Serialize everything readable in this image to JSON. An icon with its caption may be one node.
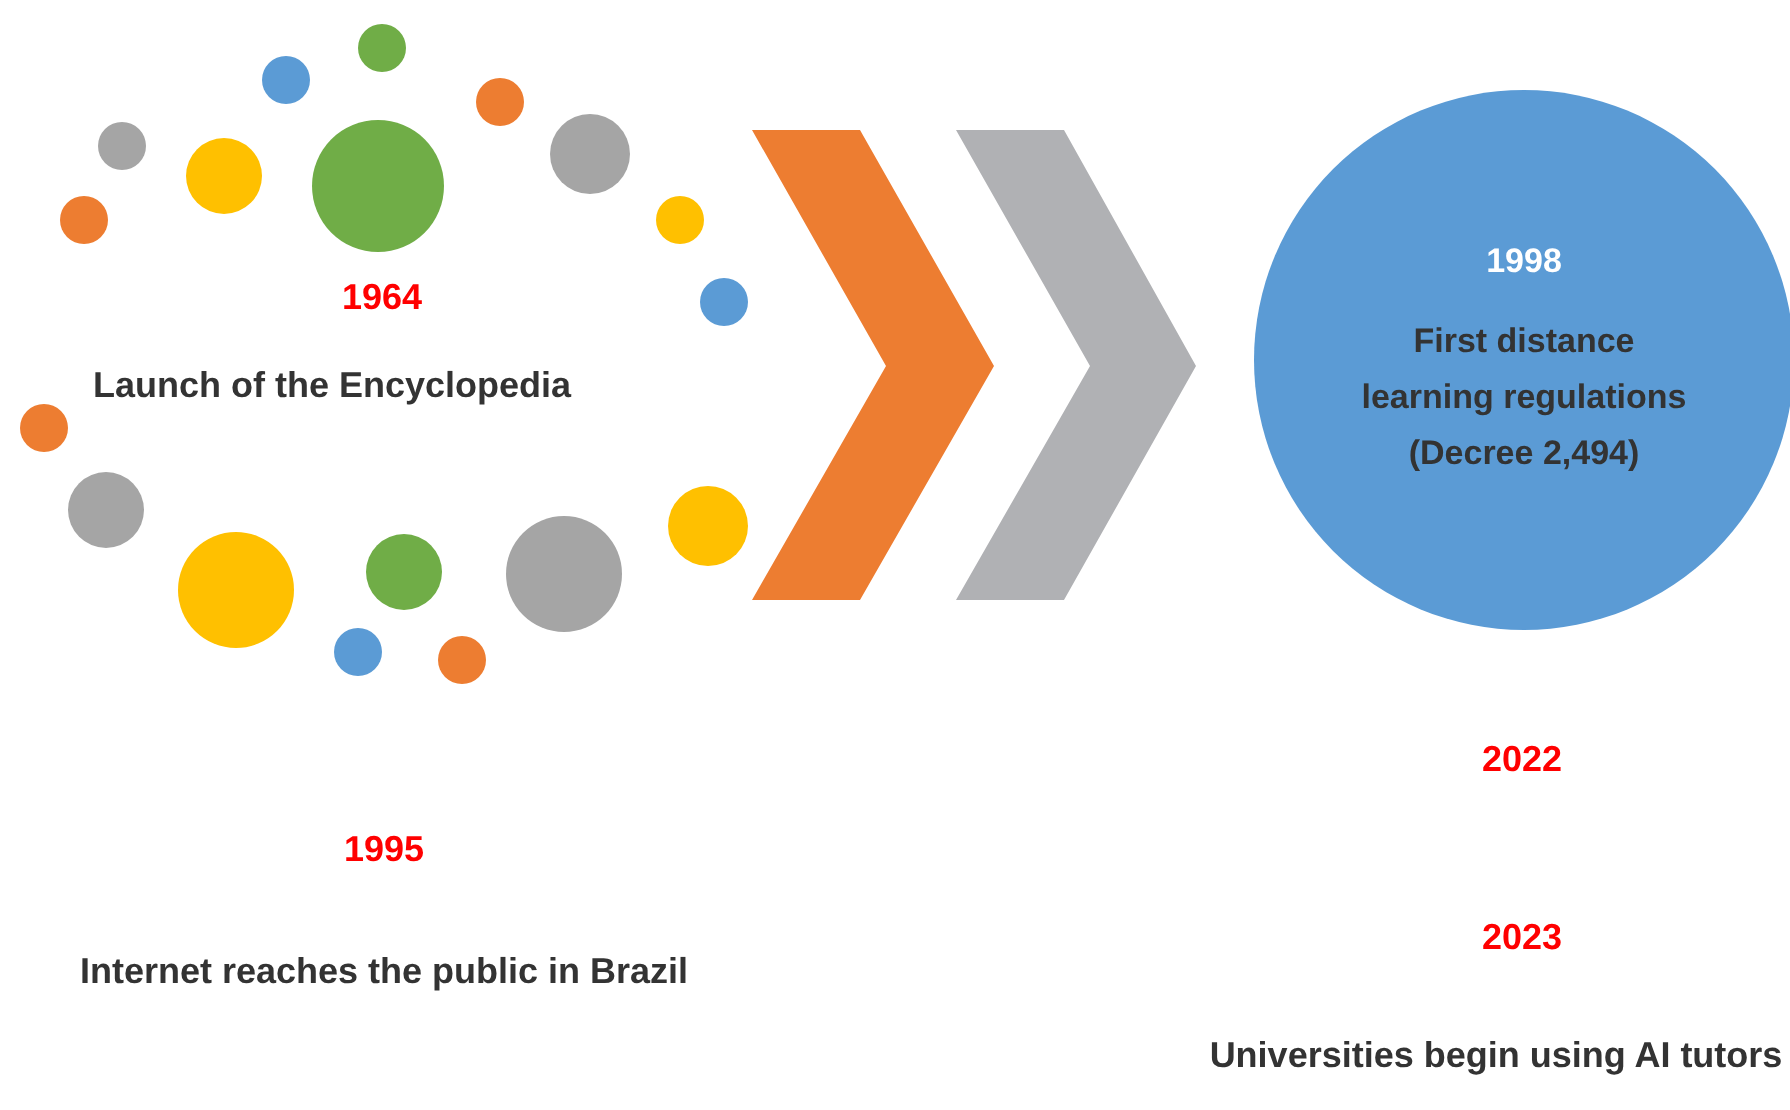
{
  "diagram": {
    "nodes": [
      {
        "text": [
          "1998",
          "First distance learning regulations (Decree 2,494)"
        ]
      }
    ],
    "edges": [],
    "labels": [
      "1964",
      "Launch of the Encyclopedia",
      "1995",
      "Internet reaches the public in Brazil",
      "2022",
      "2023",
      "Universities begin using AI tutors"
    ]
  }
}
